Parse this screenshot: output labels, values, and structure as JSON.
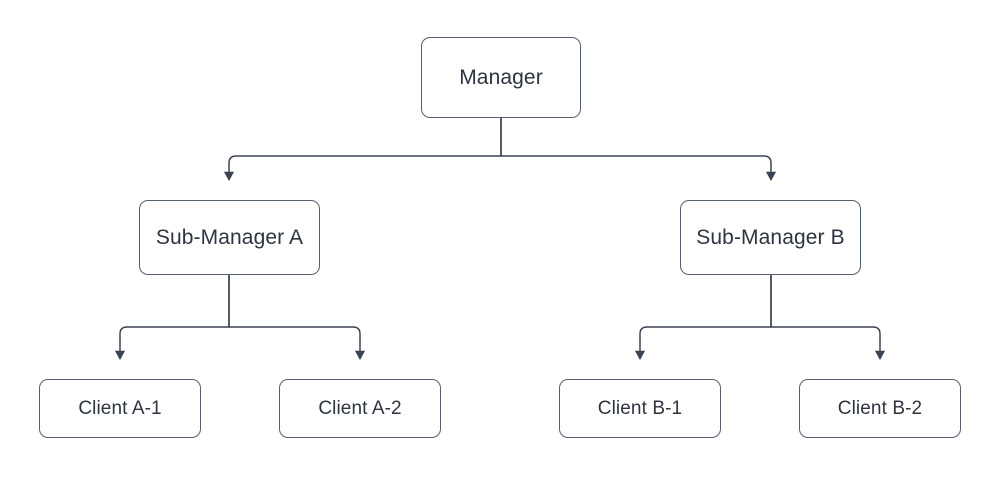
{
  "diagram": {
    "title": "Manager hierarchy org chart",
    "type": "tree",
    "orientation": "top-down",
    "colors": {
      "background": "#ffffff",
      "node_fill": "#ffffff",
      "node_border": "#56606e",
      "edge": "#3b4352",
      "text": "#2e3440"
    },
    "nodes": {
      "root": {
        "label": "Manager"
      },
      "mid_a": {
        "label": "Sub-Manager A"
      },
      "mid_b": {
        "label": "Sub-Manager B"
      },
      "leaf_a1": {
        "label": "Client A-1"
      },
      "leaf_a2": {
        "label": "Client A-2"
      },
      "leaf_b1": {
        "label": "Client B-1"
      },
      "leaf_b2": {
        "label": "Client B-2"
      }
    },
    "edges": [
      {
        "from": "Manager",
        "to": "Sub-Manager A",
        "arrow": "end"
      },
      {
        "from": "Manager",
        "to": "Sub-Manager B",
        "arrow": "end"
      },
      {
        "from": "Sub-Manager A",
        "to": "Client A-1",
        "arrow": "end"
      },
      {
        "from": "Sub-Manager A",
        "to": "Client A-2",
        "arrow": "end"
      },
      {
        "from": "Sub-Manager B",
        "to": "Client B-1",
        "arrow": "end"
      },
      {
        "from": "Sub-Manager B",
        "to": "Client B-2",
        "arrow": "end"
      }
    ]
  }
}
